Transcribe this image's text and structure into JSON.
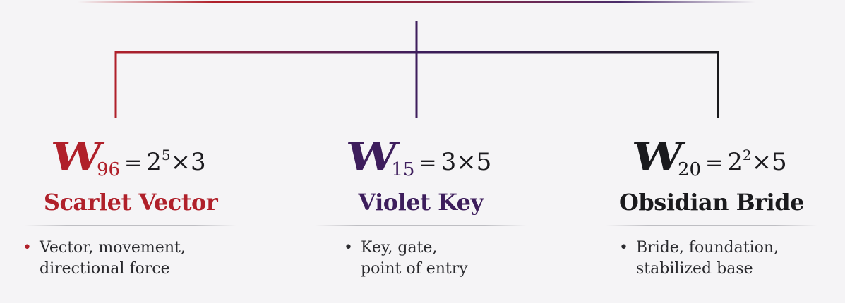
{
  "colors": {
    "scarlet": "#b0202a",
    "violet": "#3d1d5c",
    "obsidian": "#1a1a1d",
    "text": "#2a2a2e"
  },
  "nodes": [
    {
      "glyph": "W",
      "subscript": "96",
      "equals": "=",
      "factor_base": "2",
      "factor_exp": "5",
      "factor_rest": "×3",
      "name": "Scarlet Vector",
      "desc_line1": "Vector, movement,",
      "desc_line2": "directional force",
      "bullet": "•"
    },
    {
      "glyph": "W",
      "subscript": "15",
      "equals": "=",
      "factor_base": "3×5",
      "factor_exp": "",
      "factor_rest": "",
      "name": "Violet Key",
      "desc_line1": "Key, gate,",
      "desc_line2": "point of entry",
      "bullet": "•"
    },
    {
      "glyph": "W",
      "subscript": "20",
      "equals": "=",
      "factor_base": "2",
      "factor_exp": "2",
      "factor_rest": "×5",
      "name": "Obsidian Bride",
      "desc_line1": "Bride, foundation,",
      "desc_line2": "stabilized base",
      "bullet": "•"
    }
  ]
}
